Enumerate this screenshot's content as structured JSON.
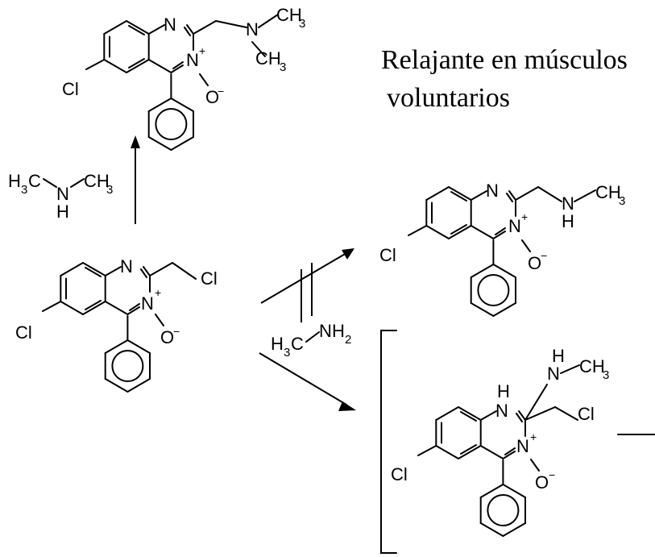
{
  "caption": {
    "line1": "Relajante en músculos",
    "line2": "voluntarios"
  },
  "atoms": {
    "N": "N",
    "Cl": "Cl",
    "O": "O",
    "H": "H",
    "C": "C",
    "CH": "CH",
    "three": "3",
    "two": "2",
    "plus": "+",
    "minus": "−"
  },
  "reagents": {
    "dimethylamine": "H3C–NH–CH3",
    "methylamine": "H3C–NH2"
  }
}
